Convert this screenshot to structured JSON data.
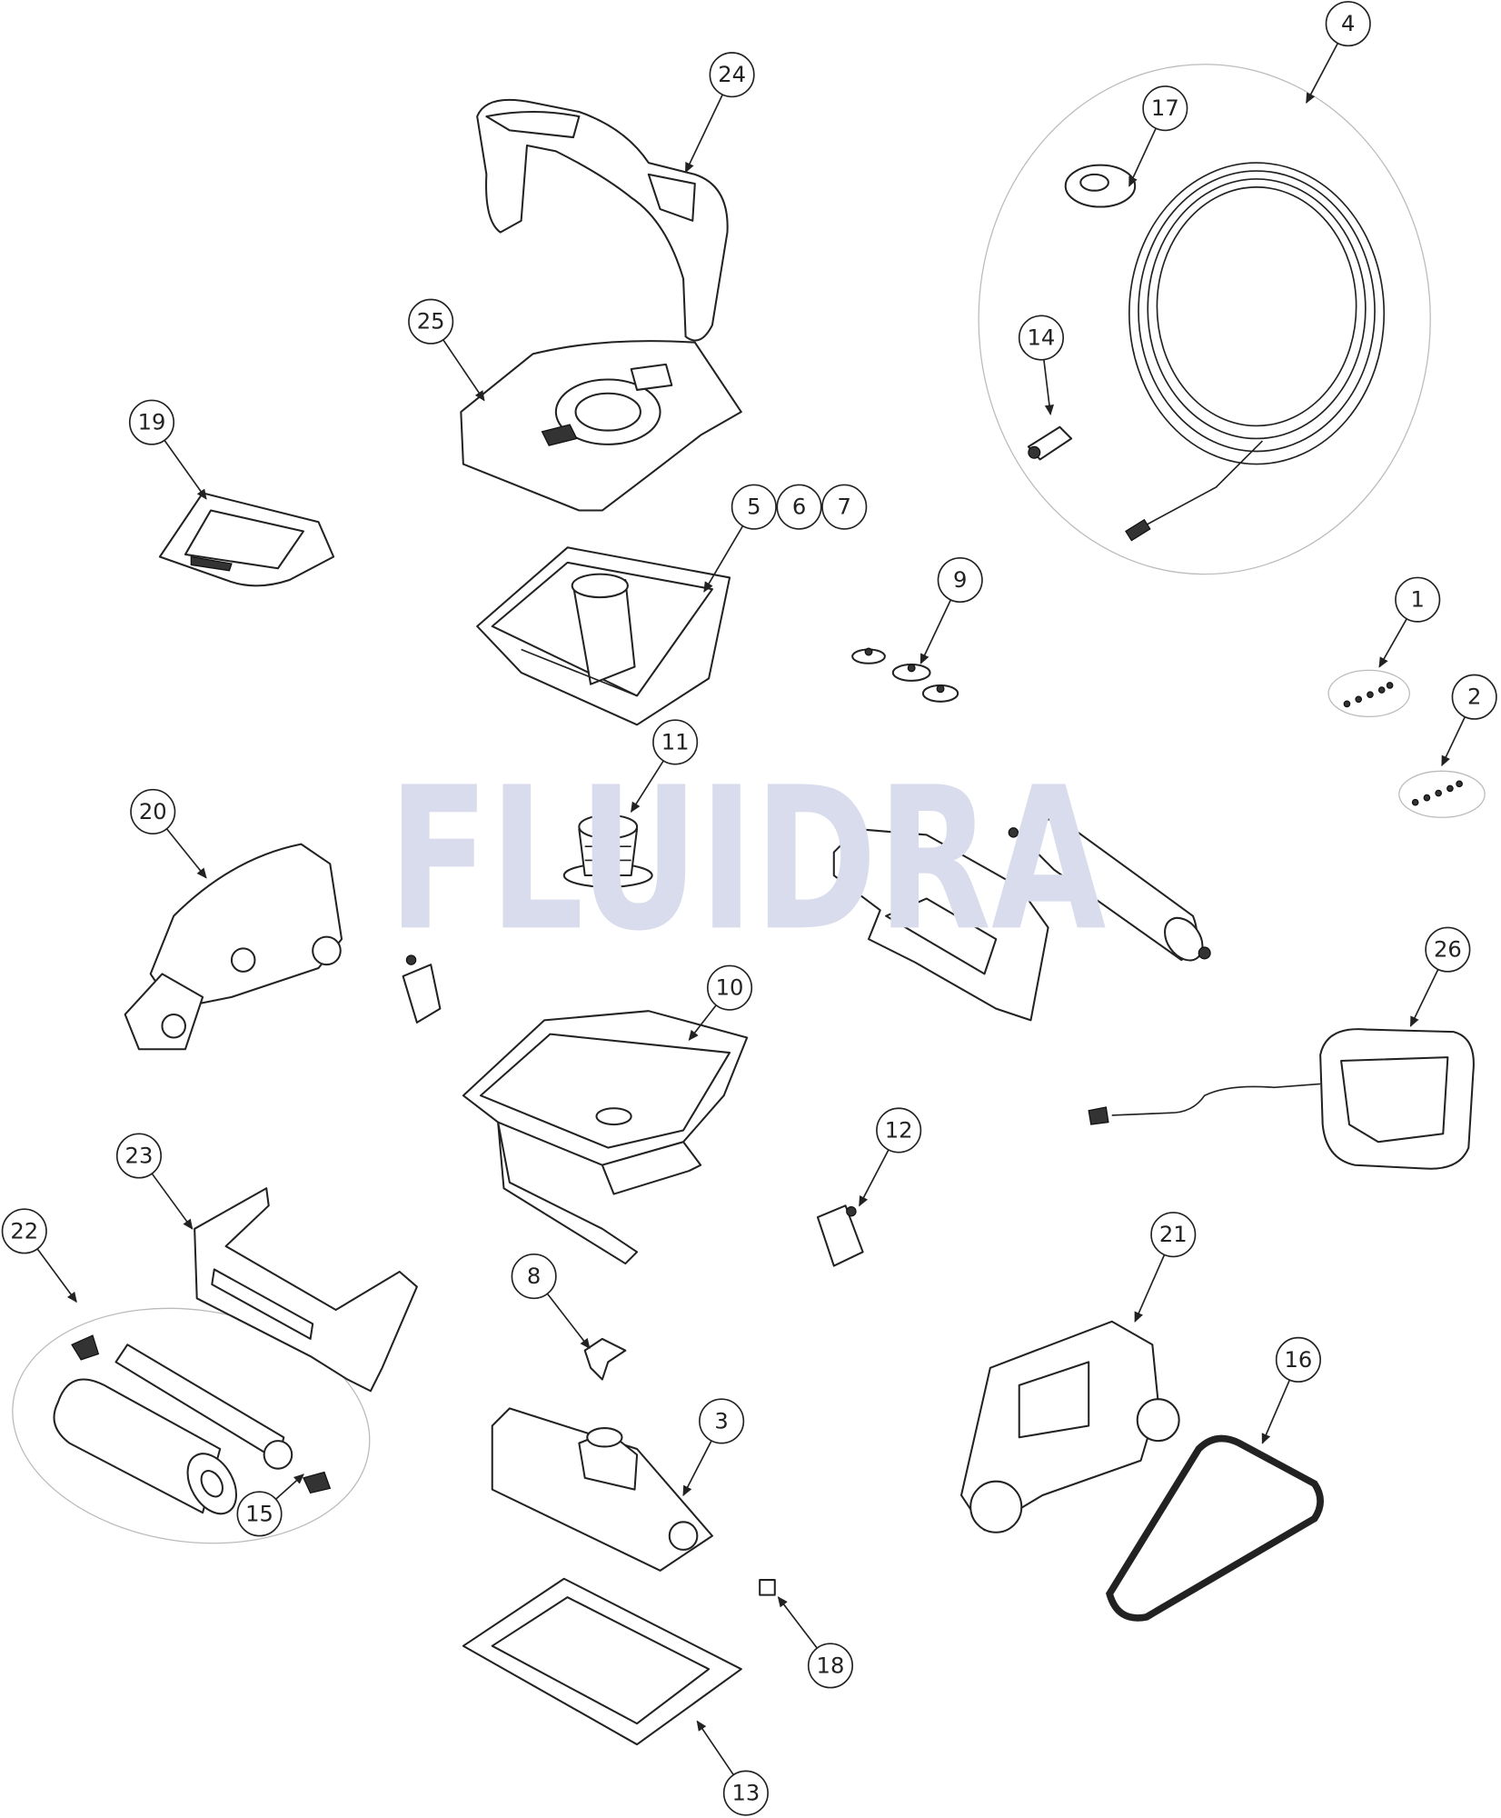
{
  "watermark": "FLUIDRA",
  "callouts": [
    "24",
    "4",
    "17",
    "25",
    "14",
    "19",
    "5",
    "6",
    "7",
    "9",
    "1",
    "2",
    "20",
    "11",
    "10",
    "26",
    "12",
    "23",
    "22",
    "21",
    "8",
    "16",
    "3",
    "15",
    "18",
    "13"
  ],
  "colors": {
    "line": "#222222",
    "watermark": "#d9dcec",
    "group_outline": "#bbbbbb"
  }
}
